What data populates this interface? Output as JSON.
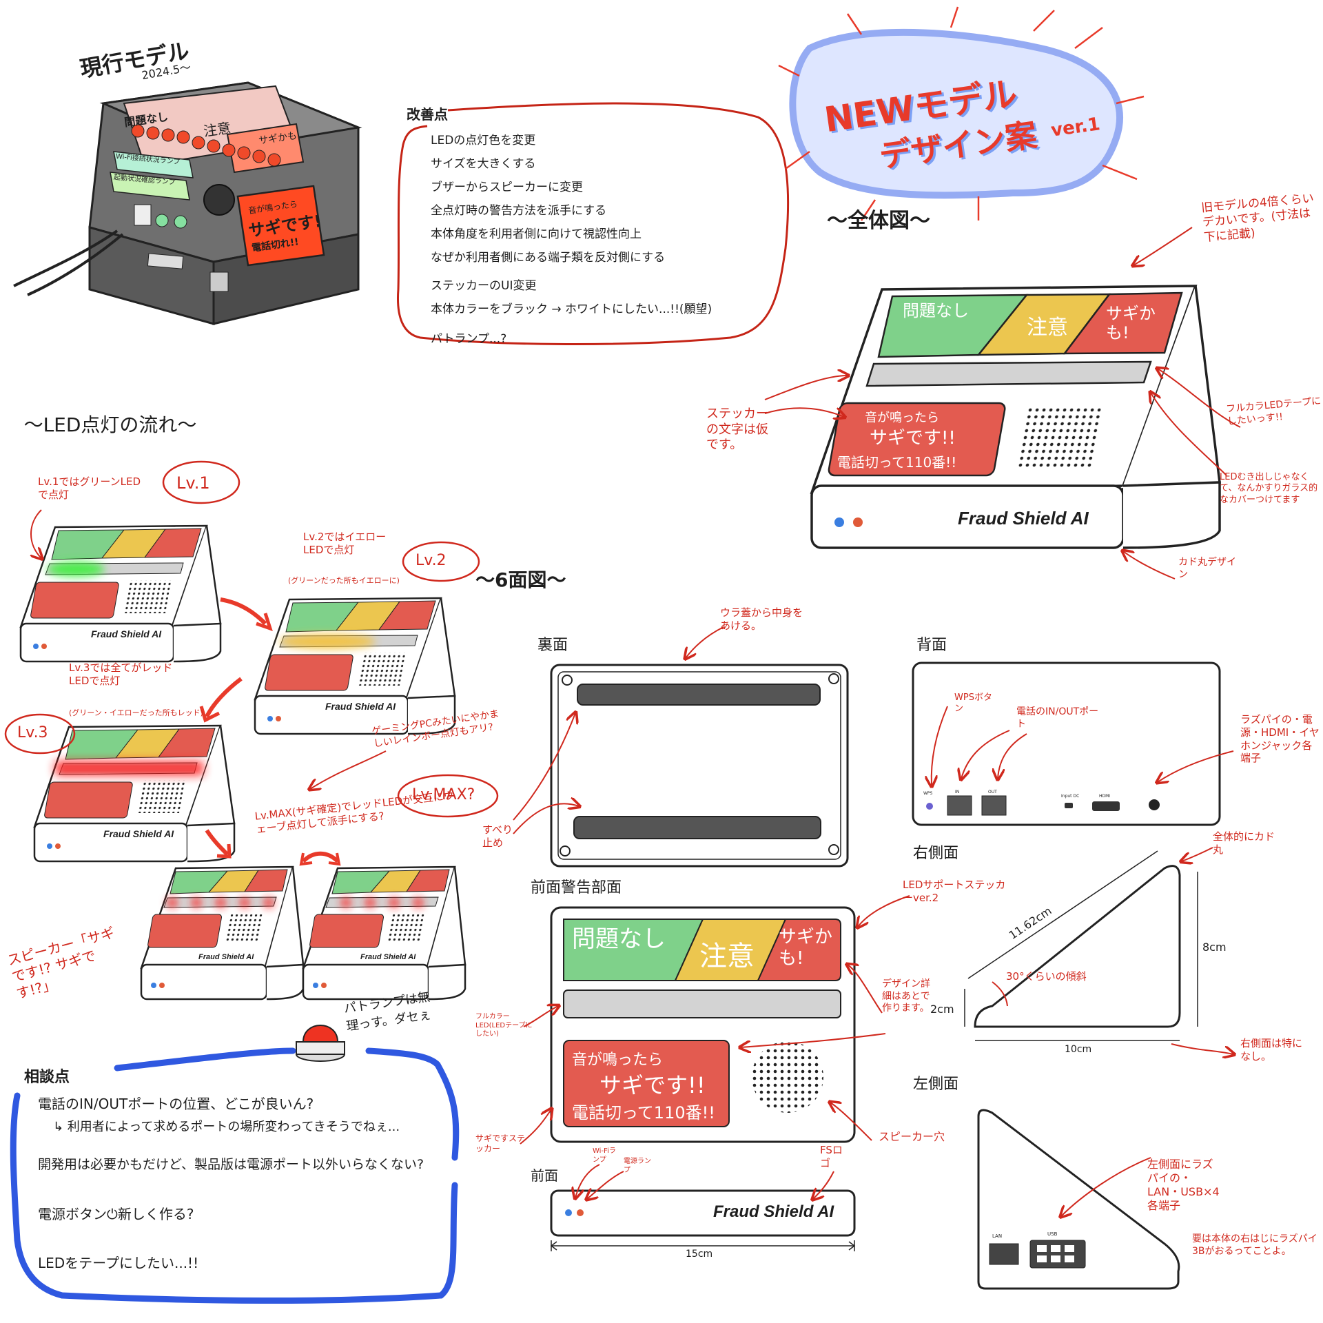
{
  "current_model": {
    "title": "現行モデル",
    "date": "2024.5〜",
    "labels": [
      "問題なし",
      "注意",
      "サギかも"
    ],
    "lamp_labels": [
      "Wi-Fi接続状況ランプ",
      "起動状況確認ランプ"
    ],
    "sticker": [
      "音が鳴ったら",
      "サギです!",
      "電話切れ!!"
    ]
  },
  "improvements": {
    "title": "改善点",
    "items": [
      "LEDの点灯色を変更",
      "サイズを大きくする",
      "ブザーからスピーカーに変更",
      "全点灯時の警告方法を派手にする",
      "本体角度を利用者側に向けて視認性向上",
      "なぜか利用者側にある端子類を反対側にする",
      "ステッカーのUI変更",
      "本体カラーをブラック → ホワイトにしたい...!!(願望)",
      "パトランプ...?"
    ]
  },
  "new_model": {
    "title_line1": "NEWモデル",
    "title_line2": "デザイン案",
    "version": "ver.1",
    "overview_label": "〜全体図〜",
    "size_note": "旧モデルの4倍くらいデカいです。(寸法は下に記載)",
    "sticker_note": "ステッカーの文字は仮です。",
    "led_tape_note": "フルカラLEDテープにしたいっす!!",
    "cover_note": "LEDむき出しじゃなくて、なんかすりガラス的なカバーつけてます",
    "rounded_note": "カド丸デザイン"
  },
  "panel": {
    "ok": "問題なし",
    "caution": "注意",
    "fraud": "サギかも!",
    "warn_line1": "音が鳴ったら",
    "warn_line2": "サギです!!",
    "warn_line3": "電話切って110番!!",
    "logo": "Fraud Shield AI"
  },
  "led_flow": {
    "title": "〜LED点灯の流れ〜",
    "lv1_badge": "Lv.1",
    "lv1_note": "Lv.1ではグリーンLEDで点灯",
    "lv2_badge": "Lv.2",
    "lv2_note": "Lv.2ではイエローLEDで点灯",
    "lv2_sub": "(グリーンだった所もイエローに)",
    "lv3_badge": "Lv.3",
    "lv3_note": "Lv.3では全てがレッドLEDで点灯",
    "lv3_sub": "(グリーン・イエローだった所もレッド)",
    "max_badge": "Lv.MAX?",
    "max_note": "Lv.MAX(サギ確定)でレッドLEDが交互にウェーブ点灯して派手にする?",
    "rainbow_note": "ゲーミングPCみたいにやかましいレインボー点灯もアリ?",
    "speaker_note": "スピーカー「サギです!? サギです!?」",
    "patlamp_note": "パトランプは無理っす。ダセぇ"
  },
  "six_views": {
    "title": "〜6面図〜",
    "bottom_label": "裏面",
    "bottom_note": "ウラ蓋から中身をあける。",
    "nonslip_note": "すべり止め",
    "back_label": "背面",
    "wps_note": "WPSボタン",
    "phone_note": "電話のIN/OUTポート",
    "rpi_note": "ラズパイの・電源・HDMI・イヤホンジャック各端子",
    "back_ports": [
      "WPS",
      "IN",
      "OUT",
      "Input DC",
      "HDMI"
    ],
    "front_panel_label": "前面警告部面",
    "sticker_v2_note": "LEDサポートステッカーver.2",
    "design_note": "デザイン詳細はあとで作ります。",
    "fullcolor_note": "フルカラーLED(LEDテープにしたい)",
    "sagi_sticker_note": "サギですステッカー",
    "speaker_hole_note": "スピーカー穴",
    "front_label": "前面",
    "wifi_note": "Wi-Fiランプ",
    "power_note": "電源ランプ",
    "fs_logo_note": "FSロゴ",
    "width_dim": "15cm",
    "right_label": "右側面",
    "rounded_all_note": "全体的にカド丸",
    "hyp_dim": "11.62cm",
    "height_dim": "8cm",
    "front_dim": "2cm",
    "angle_note": "30°くらいの傾斜",
    "depth_dim": "10cm",
    "right_none_note": "右側面は特になし。",
    "left_label": "左側面",
    "left_ports_note": "左側面にラズパイの・LAN・USB×4各端子",
    "left_port_labels": [
      "LAN",
      "USB"
    ],
    "left_footnote": "要は本体の右はじにラズパイ3Bがおるってことよ。"
  },
  "consultation": {
    "title": "相談点",
    "items": [
      "電話のIN/OUTポートの位置、どこが良いん?",
      "↳ 利用者によって求めるポートの場所変わってきそうでねぇ...",
      "開発用は必要かもだけど、製品版は電源ポート以外いらなくない?",
      "電源ボタン⏻新しく作る?",
      "LEDをテープにしたい...!!"
    ]
  },
  "colors": {
    "green": "#7fd18a",
    "yellow": "#ecc64f",
    "red": "#e35b50",
    "ink_red": "#d0281d",
    "ink_blue": "#2f58e0"
  }
}
